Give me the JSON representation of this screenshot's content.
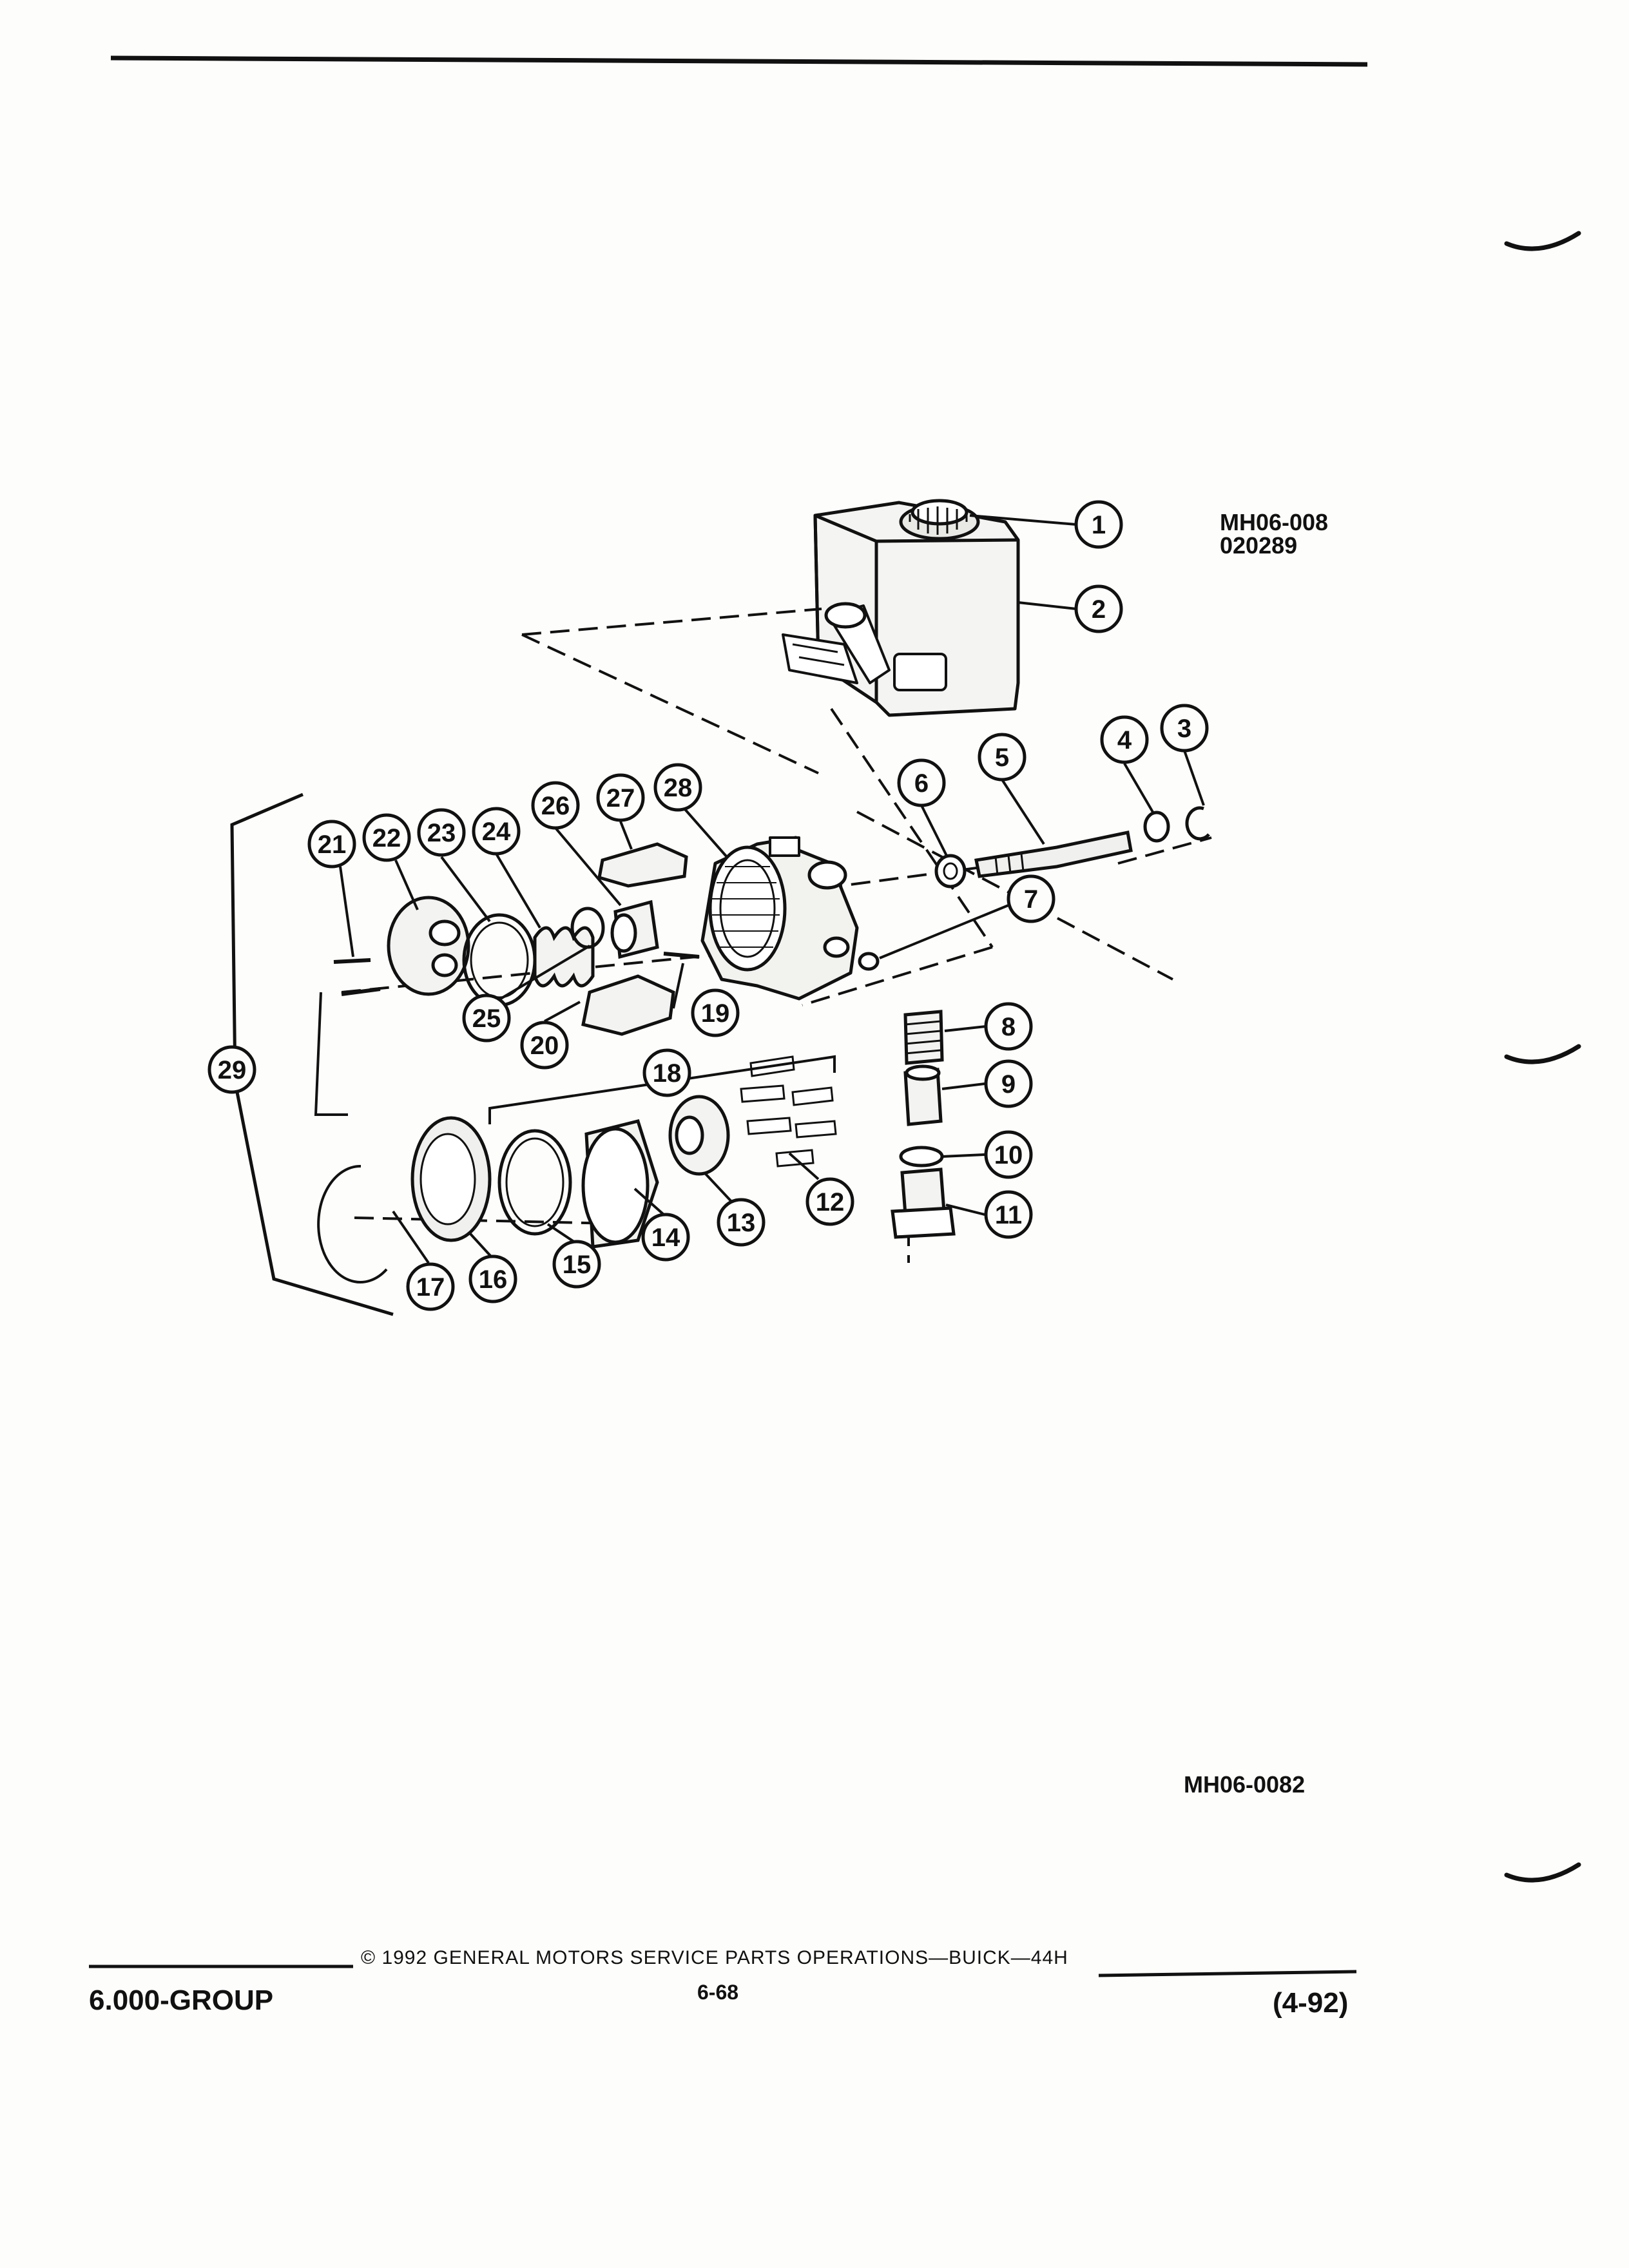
{
  "drawing_codes": {
    "top": "MH06-008",
    "date": "020289",
    "bottom": "MH06-0082"
  },
  "callouts": [
    "1",
    "2",
    "3",
    "4",
    "5",
    "6",
    "7",
    "8",
    "9",
    "10",
    "11",
    "12",
    "13",
    "14",
    "15",
    "16",
    "17",
    "18",
    "19",
    "20",
    "21",
    "22",
    "23",
    "24",
    "25",
    "26",
    "27",
    "28",
    "29"
  ],
  "footer": {
    "group": "6.000-GROUP",
    "copyright": "© 1992 GENERAL MOTORS SERVICE PARTS OPERATIONS—BUICK—44H",
    "page": "6-68",
    "revision": "(4-92)"
  }
}
